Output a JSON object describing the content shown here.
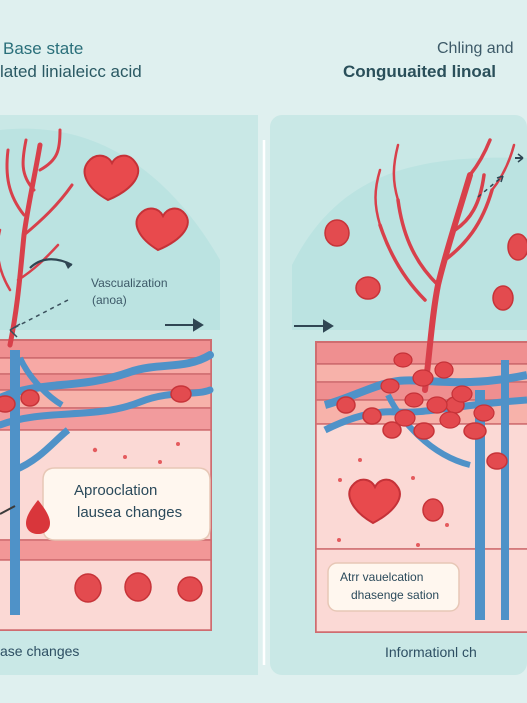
{
  "left_panel": {
    "title_line1": "Base state",
    "title_line2": "lated linialeicc acid",
    "annotation_line1": "Vascualization",
    "annotation_line2": "(anoa)",
    "callout_line1": "Aprooclation",
    "callout_line2": "lausea changes",
    "footer": "ase changes"
  },
  "right_panel": {
    "title_line1": "Chling and",
    "title_line2": "Conguuaited linoal",
    "callout_line1": "Atrr vauelcation",
    "callout_line2": "dhasenge sation",
    "footer": "Informationl ch"
  },
  "colors": {
    "background": "#dff0ef",
    "panel": "#c9e8e6",
    "tissue": "#f1a0a1",
    "vessel": "#4f92c8",
    "blood": "#e34b4f"
  },
  "icons": [
    "heart-icon",
    "red-blood-cell-icon",
    "arrow-icon"
  ]
}
